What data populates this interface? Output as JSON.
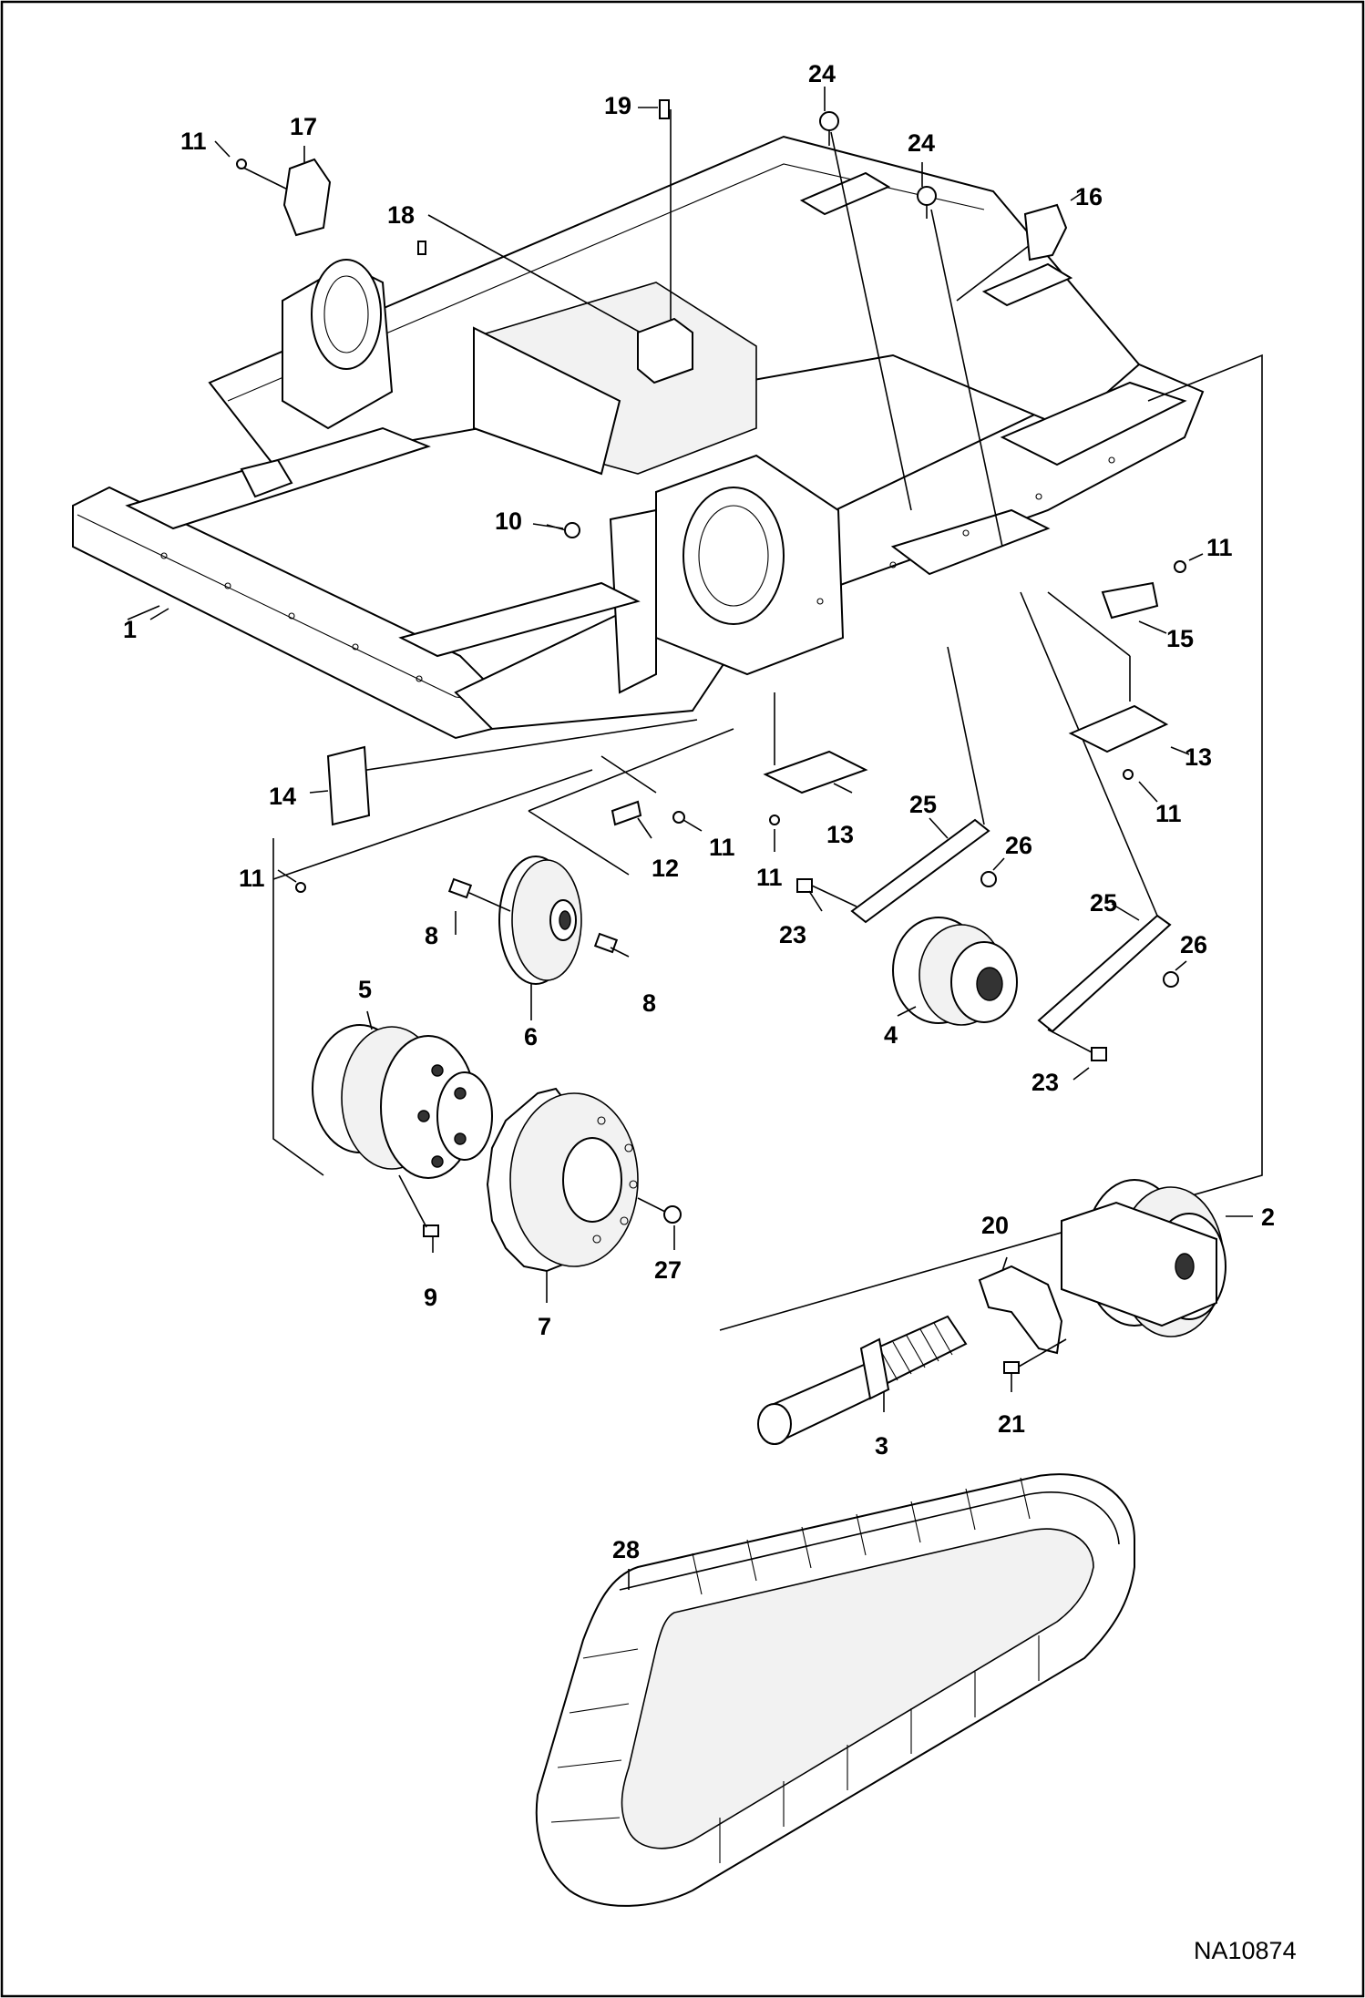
{
  "figure_id": "NA10874",
  "callouts": {
    "c1": "1",
    "c2": "2",
    "c3": "3",
    "c4": "4",
    "c5": "5",
    "c6": "6",
    "c7": "7",
    "c8a": "8",
    "c8b": "8",
    "c9": "9",
    "c10": "10",
    "c11a": "11",
    "c11b": "11",
    "c11c": "11",
    "c11d": "11",
    "c11e": "11",
    "c11f": "11",
    "c12": "12",
    "c13a": "13",
    "c13b": "13",
    "c14": "14",
    "c15": "15",
    "c16": "16",
    "c17": "17",
    "c18": "18",
    "c19": "19",
    "c20": "20",
    "c21": "21",
    "c23a": "23",
    "c23b": "23",
    "c24a": "24",
    "c24b": "24",
    "c25a": "25",
    "c25b": "25",
    "c26a": "26",
    "c26b": "26",
    "c27": "27",
    "c28": "28"
  }
}
